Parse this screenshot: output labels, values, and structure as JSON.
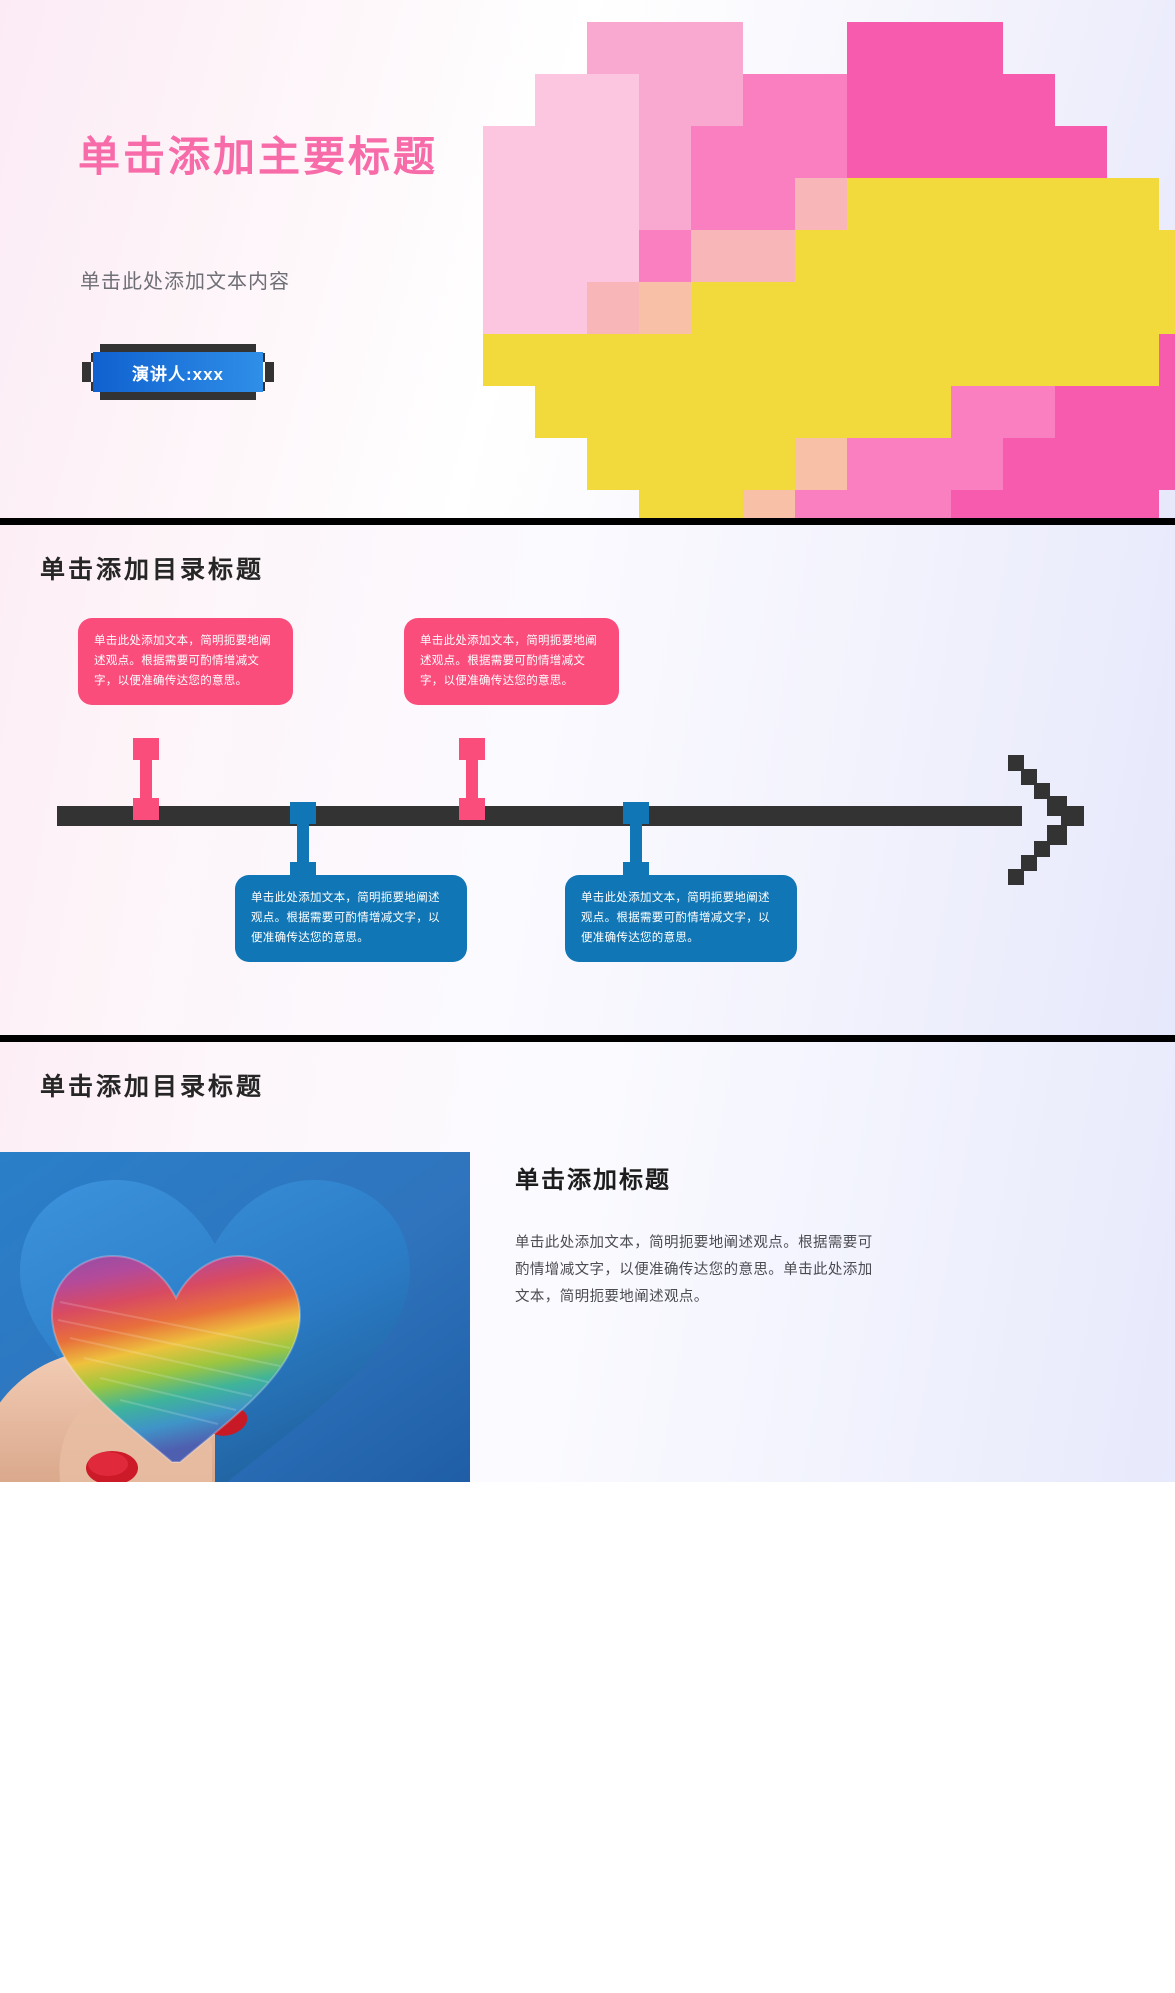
{
  "theme": {
    "accent_pink": "#f86ba9",
    "box_pink": "#fa4d7c",
    "box_blue": "#1176b5",
    "timeline_dark": "#333333",
    "pixel_yellow": "#f2d93c",
    "button_blue": "#1061cf",
    "title_dark": "#262626"
  },
  "slide1": {
    "title": "单击添加主要标题",
    "subtitle": "单击此处添加文本内容",
    "speaker_button": "演讲人:xxx",
    "graphic_name": "pixel-heart-graphic"
  },
  "slide2": {
    "title": "单击添加目录标题",
    "boxes_above": [
      {
        "text": "单击此处添加文本，简明扼要地阐述观点。根据需要可酌情增减文字，以便准确传达您的意思。"
      },
      {
        "text": "单击此处添加文本，简明扼要地阐述观点。根据需要可酌情增减文字，以便准确传达您的意思。"
      }
    ],
    "boxes_below": [
      {
        "text": "单击此处添加文本，简明扼要地阐述观点。根据需要可酌情增减文字，以便准确传达您的意思。"
      },
      {
        "text": "单击此处添加文本，简明扼要地阐述观点。根据需要可酌情增减文字，以便准确传达您的意思。"
      }
    ],
    "timeline_name": "pixel-arrow-timeline"
  },
  "slide3": {
    "title": "单击添加目录标题",
    "heading": "单击添加标题",
    "body": "单击此处添加文本，简明扼要地阐述观点。根据需要可酌情增减文字，以便准确传达您的意思。单击此处添加文本，简明扼要地阐述观点。",
    "image_name": "hand-holding-rainbow-paper-heart-photo"
  }
}
